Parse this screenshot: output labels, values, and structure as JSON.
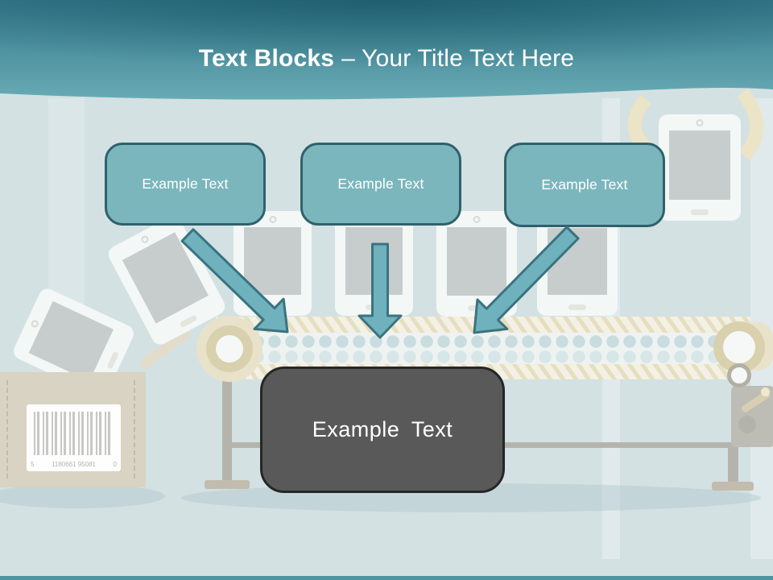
{
  "slide": {
    "title": {
      "bold": "Text Blocks",
      "rest": "– Your Title Text Here"
    },
    "text_blocks": [
      {
        "label": "Example Text"
      },
      {
        "label": "Example Text"
      },
      {
        "label": "Example Text"
      }
    ],
    "result_block": {
      "label": "Example Text"
    },
    "illustration": {
      "barcode_digits_left": "5",
      "barcode_digits_mid": "1180661  95081",
      "barcode_digits_right": "0"
    },
    "colors": {
      "header_teal_dark": "#1d6170",
      "header_teal_light": "#68abb5",
      "block_fill": "#7bb6bd",
      "block_border": "#2f616c",
      "arrow_fill": "#6fb1bd",
      "arrow_border": "#3a7380",
      "result_fill": "#595959",
      "result_border": "#262626",
      "background": "#d3e1e3"
    }
  }
}
